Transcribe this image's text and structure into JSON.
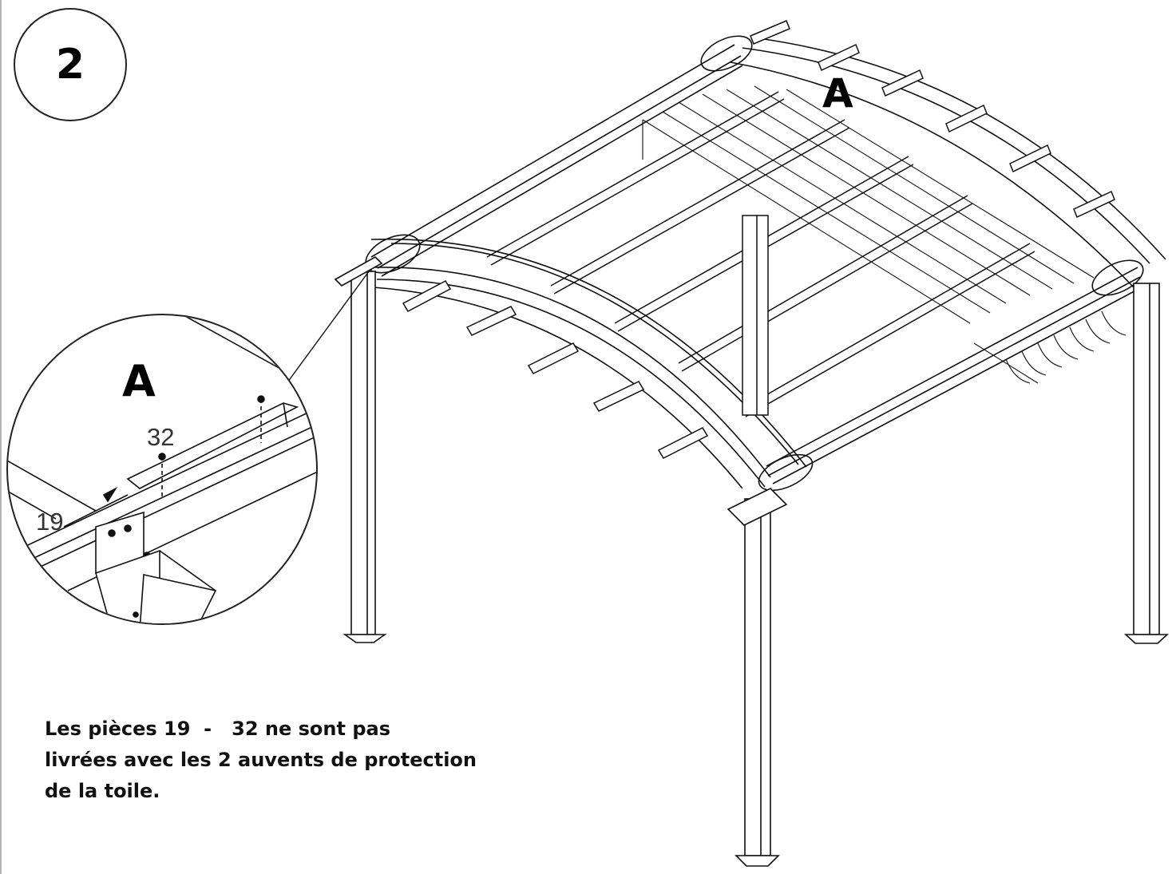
{
  "step": {
    "number": "2"
  },
  "main_view": {
    "label": "A"
  },
  "detail_view": {
    "label": "A",
    "part_callouts": [
      "32",
      "19"
    ]
  },
  "note": {
    "lines": [
      "Les pièces 19  -   32 ne sont pas",
      "livrées avec les 2 auvents de protection",
      "de la toile."
    ]
  }
}
